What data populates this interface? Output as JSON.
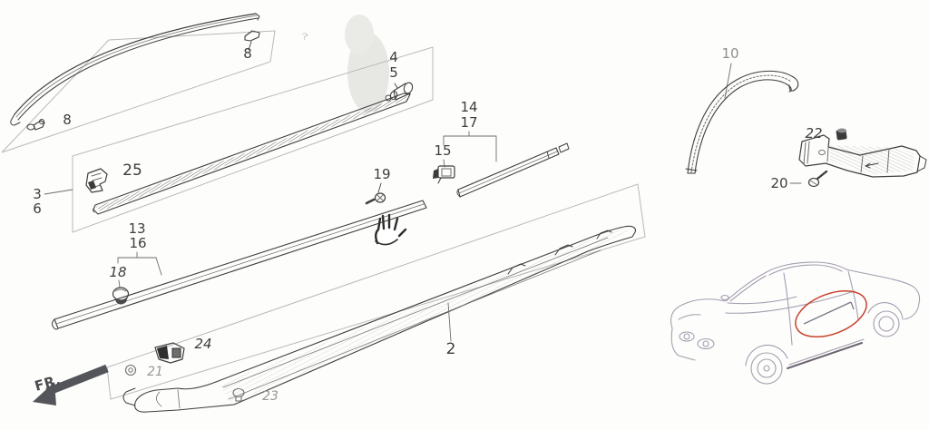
{
  "diagram": {
    "kind": "exploded-parts-diagram",
    "direction_arrow": {
      "label": "FR."
    },
    "callouts": [
      "8",
      "8",
      "25",
      "3",
      "6",
      "4",
      "5",
      "14",
      "17",
      "15",
      "19",
      "13",
      "16",
      "18",
      "24",
      "21",
      "23",
      "2",
      "10",
      "22",
      "20"
    ]
  },
  "colors": {
    "line": "#3f3f3f",
    "panel_outline": "#b9b9b7",
    "callout_text": "#3d3d3d",
    "faint_text": "#979795",
    "fr_arrow": "#54555b",
    "car_line": "#a59dae",
    "highlight_ellipse": "#c8432f",
    "background": "#fdfdfc"
  }
}
